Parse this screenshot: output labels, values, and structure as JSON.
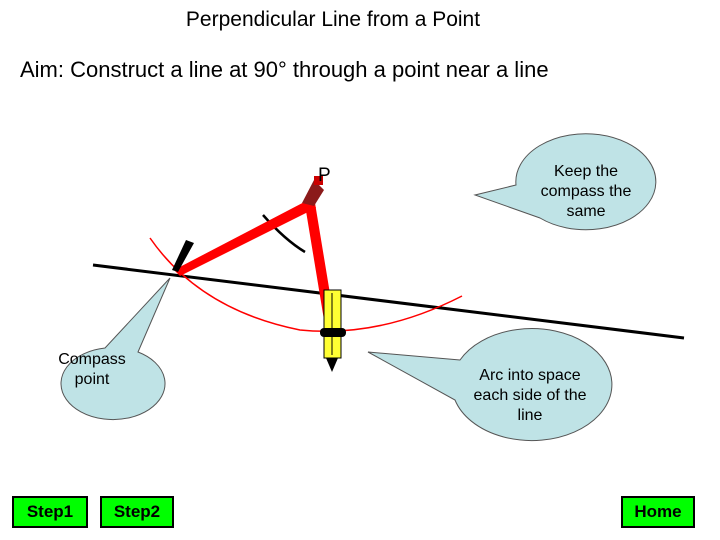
{
  "title": "Perpendicular Line from a Point",
  "aim": "Aim: Construct a line at 90° through a point near a line",
  "point_label": "P",
  "callouts": {
    "keep": "Keep the compass the same",
    "compass_point": "Compass point",
    "arc": "Arc into space each side of the line"
  },
  "buttons": {
    "step1": "Step1",
    "step2": "Step2",
    "home": "Home"
  },
  "colors": {
    "button": "#00ff00",
    "callout": "#bfe3e6",
    "compass": "#ff0000",
    "arc": "#ff0000",
    "pencil": "#ffff33"
  }
}
